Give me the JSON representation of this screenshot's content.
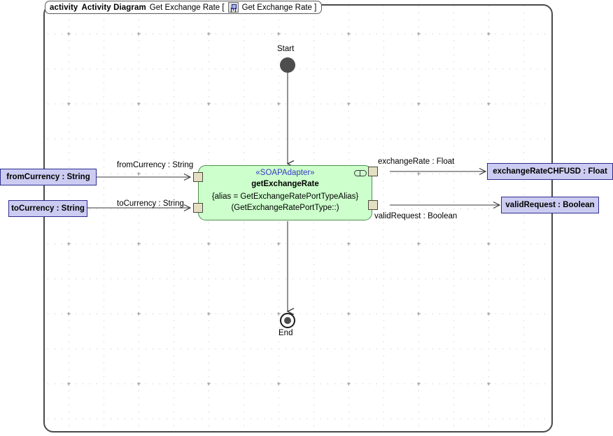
{
  "frame": {
    "keyword": "activity",
    "metaclass": "Activity Diagram",
    "name_prefix": "Get Exchange Rate [",
    "icon": "activity-diagram-icon",
    "name_suffix": "Get Exchange Rate ]"
  },
  "nodes": {
    "start": {
      "label": "Start",
      "type": "initial-node"
    },
    "end": {
      "label": "End",
      "type": "activity-final-node"
    },
    "action": {
      "stereotype": "«SOAPAdapter»",
      "name": "getExchangeRate",
      "alias": "{alias = GetExchangeRatePortTypeAlias}",
      "porttype": "(GetExchangeRatePortType::)",
      "behavior_icon": "behavior-rake-icon"
    }
  },
  "parameters": {
    "inputs": [
      {
        "label": "fromCurrency : String"
      },
      {
        "label": "toCurrency : String"
      }
    ],
    "outputs": [
      {
        "label": "exchangeRateCHFUSD : Float"
      },
      {
        "label": "validRequest : Boolean"
      }
    ]
  },
  "edges": [
    {
      "label": "fromCurrency : String"
    },
    {
      "label": "toCurrency : String"
    },
    {
      "label": "exchangeRate : Float"
    },
    {
      "label": "validRequest : Boolean"
    }
  ],
  "colors": {
    "action_fill": "#ccffcc",
    "action_border": "#4f8f4f",
    "param_fill": "#ccccf2",
    "param_border": "#2b2b8f",
    "pin_fill": "#e4dfc3",
    "stereotype_text": "#3838c8",
    "frame_border": "#4a4a4a",
    "grid_dot": "#c4c4c4"
  }
}
